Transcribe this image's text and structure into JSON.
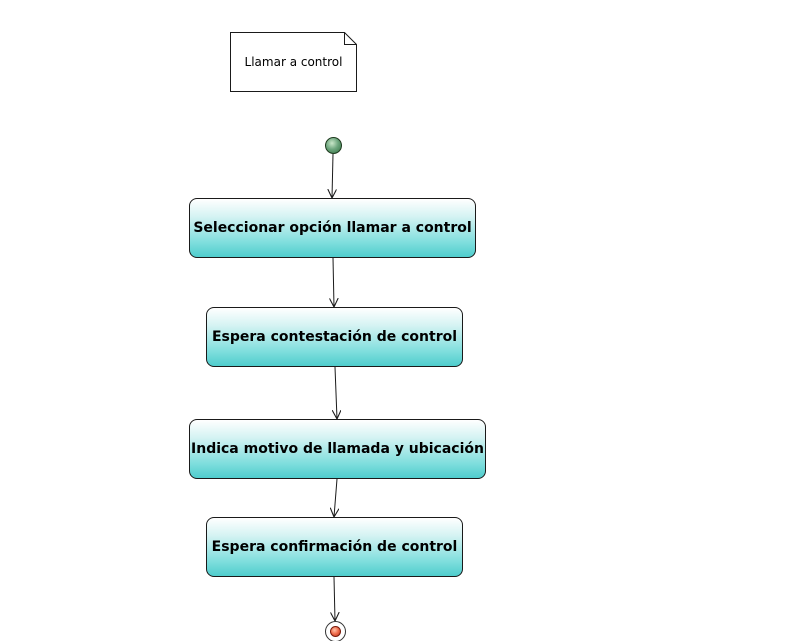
{
  "note": {
    "text": "Llamar a control"
  },
  "actions": [
    {
      "label": "Seleccionar opción llamar a control"
    },
    {
      "label": "Espera contestación de control"
    },
    {
      "label": "Indica motivo de llamada y ubicación"
    },
    {
      "label": "Espera confirmación de control"
    }
  ],
  "colors": {
    "action_fill_top": "#ffffff",
    "action_fill_bottom": "#4fcdcd",
    "initial_node": "#5a9a6a",
    "final_node": "#e8553a",
    "line": "#1a1a1a"
  }
}
